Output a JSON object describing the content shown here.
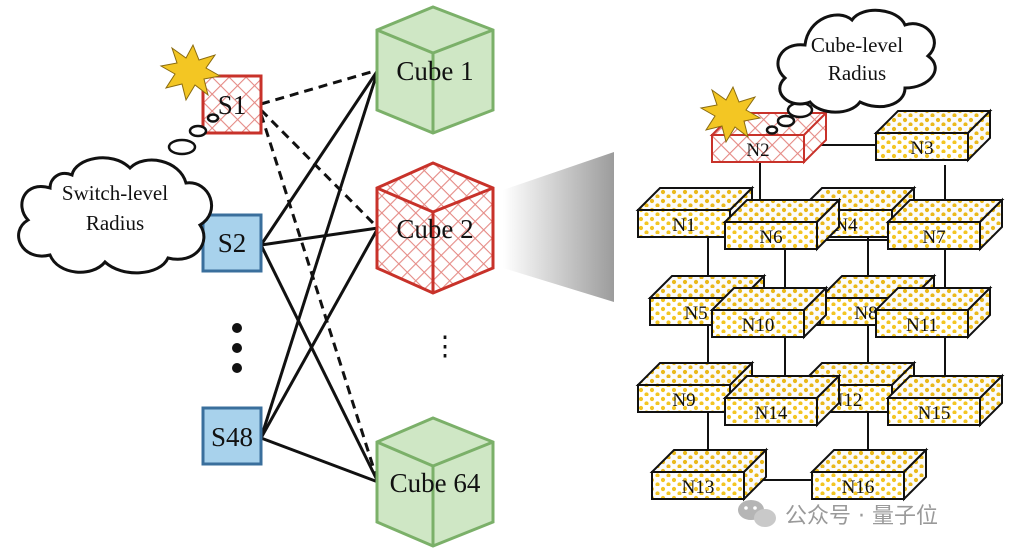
{
  "switches": [
    {
      "id": "s1",
      "label": "S1",
      "state": "failed"
    },
    {
      "id": "s2",
      "label": "S2",
      "state": "normal"
    },
    {
      "id": "s48",
      "label": "S48",
      "state": "normal"
    }
  ],
  "switch_ellipsis": "•\n•\n•",
  "cubes": [
    {
      "id": "cube1",
      "label": "Cube 1",
      "state": "normal"
    },
    {
      "id": "cube2",
      "label": "Cube 2",
      "state": "failed"
    },
    {
      "id": "cube64",
      "label": "Cube 64",
      "state": "normal"
    }
  ],
  "cube_ellipsis": "⋮",
  "clouds": {
    "switch_level": {
      "line1": "Switch-level",
      "line2": "Radius"
    },
    "cube_level": {
      "line1": "Cube-level",
      "line2": "Radius"
    }
  },
  "nodes": [
    {
      "id": "N1",
      "label": "N1"
    },
    {
      "id": "N2",
      "label": "N2",
      "state": "failed"
    },
    {
      "id": "N3",
      "label": "N3"
    },
    {
      "id": "N4",
      "label": "N4"
    },
    {
      "id": "N5",
      "label": "N5"
    },
    {
      "id": "N6",
      "label": "N6"
    },
    {
      "id": "N7",
      "label": "N7"
    },
    {
      "id": "N8",
      "label": "N8"
    },
    {
      "id": "N9",
      "label": "N9"
    },
    {
      "id": "N10",
      "label": "N10"
    },
    {
      "id": "N11",
      "label": "N11"
    },
    {
      "id": "N12",
      "label": "N12"
    },
    {
      "id": "N13",
      "label": "N13"
    },
    {
      "id": "N14",
      "label": "N14"
    },
    {
      "id": "N15",
      "label": "N15"
    },
    {
      "id": "N16",
      "label": "N16"
    }
  ],
  "watermark": {
    "text": "公众号 · 量子位"
  },
  "colors": {
    "switch_fill": "#a8d2ec",
    "switch_stroke": "#3a6f9c",
    "failed": "#c8322a",
    "cube_fill": "#cfe7c5",
    "cube_stroke": "#7bb069",
    "node_dot": "#f3c623",
    "star": "#f3c623"
  }
}
